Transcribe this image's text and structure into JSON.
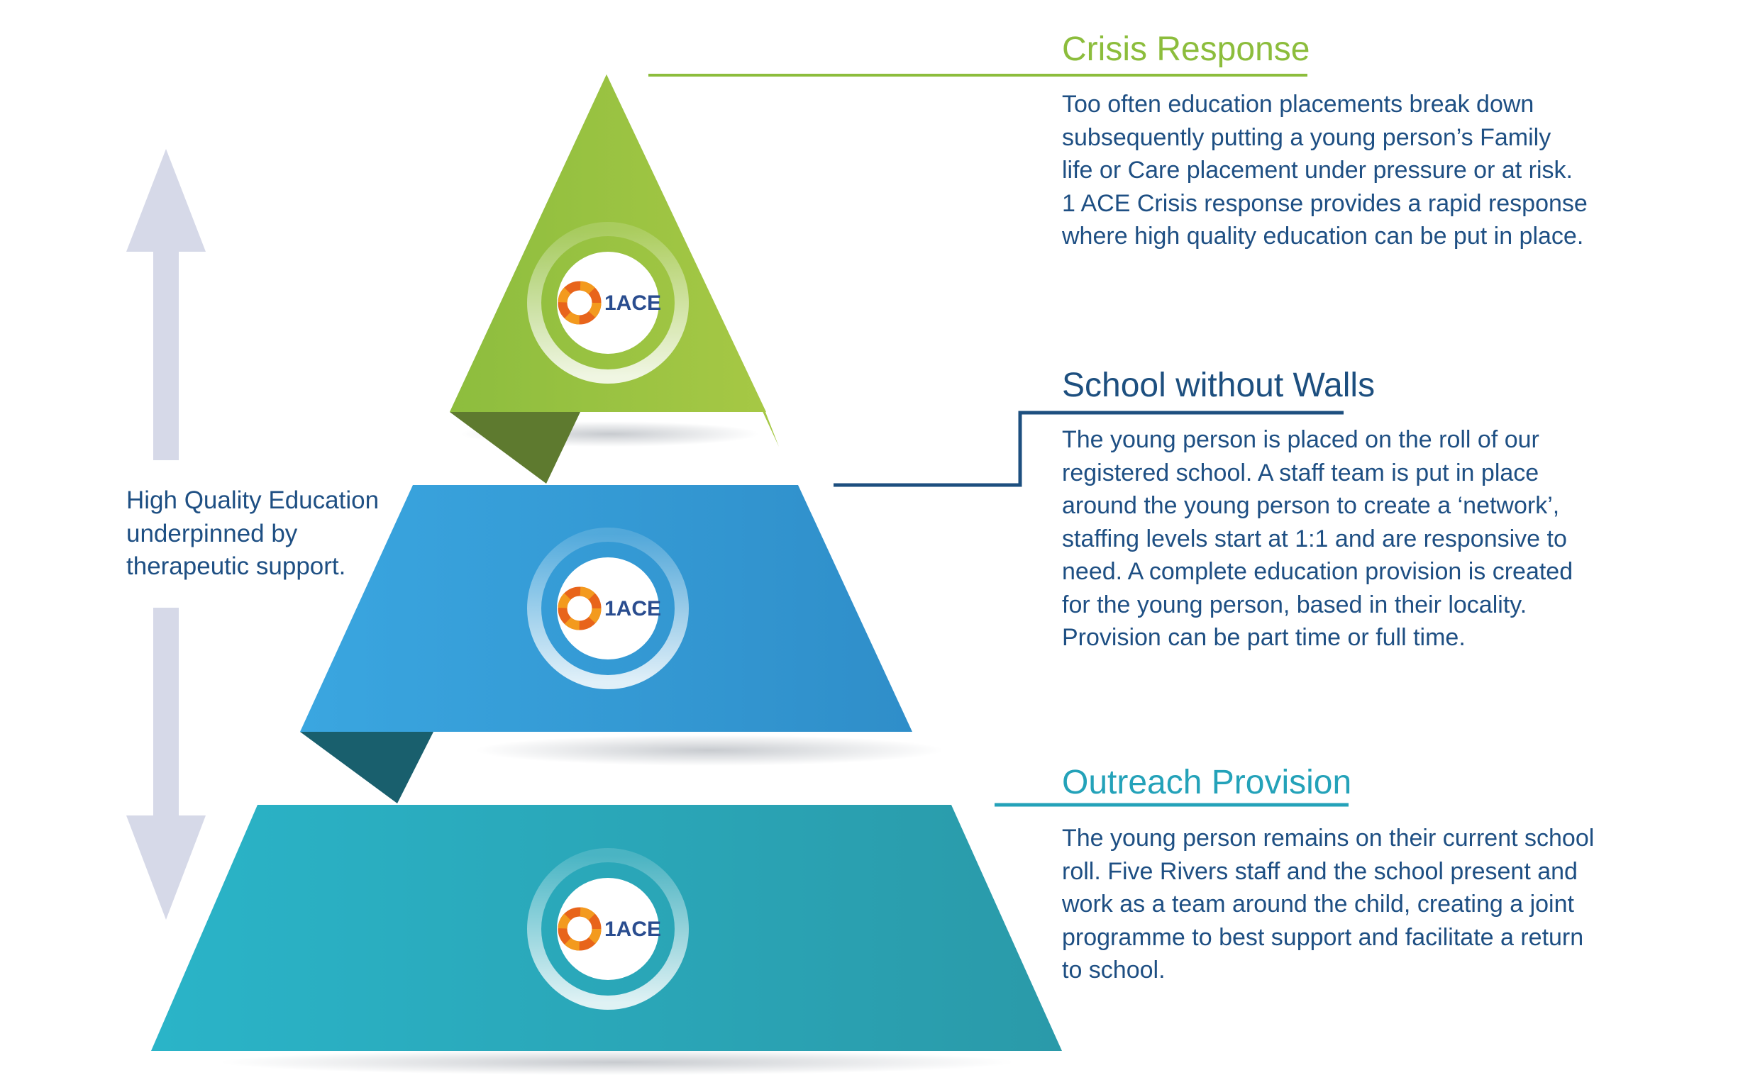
{
  "colors": {
    "green": "#8cbd3c",
    "blue": "#3596d3",
    "teal": "#28a7bb",
    "navy": "#1d4f7f",
    "arrow": "#d6d9e8",
    "logo_orange": "#e8641b"
  },
  "side_label": "High Quality Education\nunderpinned by\ntherapeutic support.",
  "logo": {
    "text": "1ACE"
  },
  "tiers": [
    {
      "title": "Crisis Response",
      "text": "Too often education placements break down\nsubsequently putting a  young person’s Family\nlife or Care placement under pressure or at risk.\n1 ACE Crisis response provides a rapid response\nwhere high quality education can be put in place."
    },
    {
      "title": "School without Walls",
      "text": "The young person is placed on the roll of our\nregistered school. A staff team is put in place\naround the young person to create a ‘network’,\nstaffing levels start at 1:1 and are responsive to\nneed. A complete education provision is created\nfor the young person, based in their locality.\nProvision can be part time or full time."
    },
    {
      "title": "Outreach Provision",
      "text": "The young person remains on their current school\nroll. Five Rivers staff and the school present and\nwork as a team around the child, creating a joint\nprogramme to best support and facilitate a return\nto school."
    }
  ]
}
